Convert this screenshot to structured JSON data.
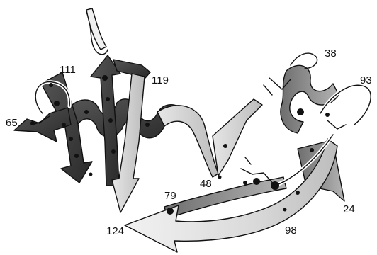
{
  "figure": {
    "labels": {
      "r38": "38",
      "r93": "93",
      "r111": "111",
      "r119": "119",
      "r65": "65",
      "r48": "48",
      "r79": "79",
      "r24": "24",
      "r124": "124",
      "r98": "98"
    },
    "colors": {
      "dark_strand": "#3a3a3a",
      "mid_strand": "#8a8a8a",
      "light_strand": "#d8d8d8",
      "white_strand": "#f4f4f4",
      "outline": "#111111"
    }
  }
}
